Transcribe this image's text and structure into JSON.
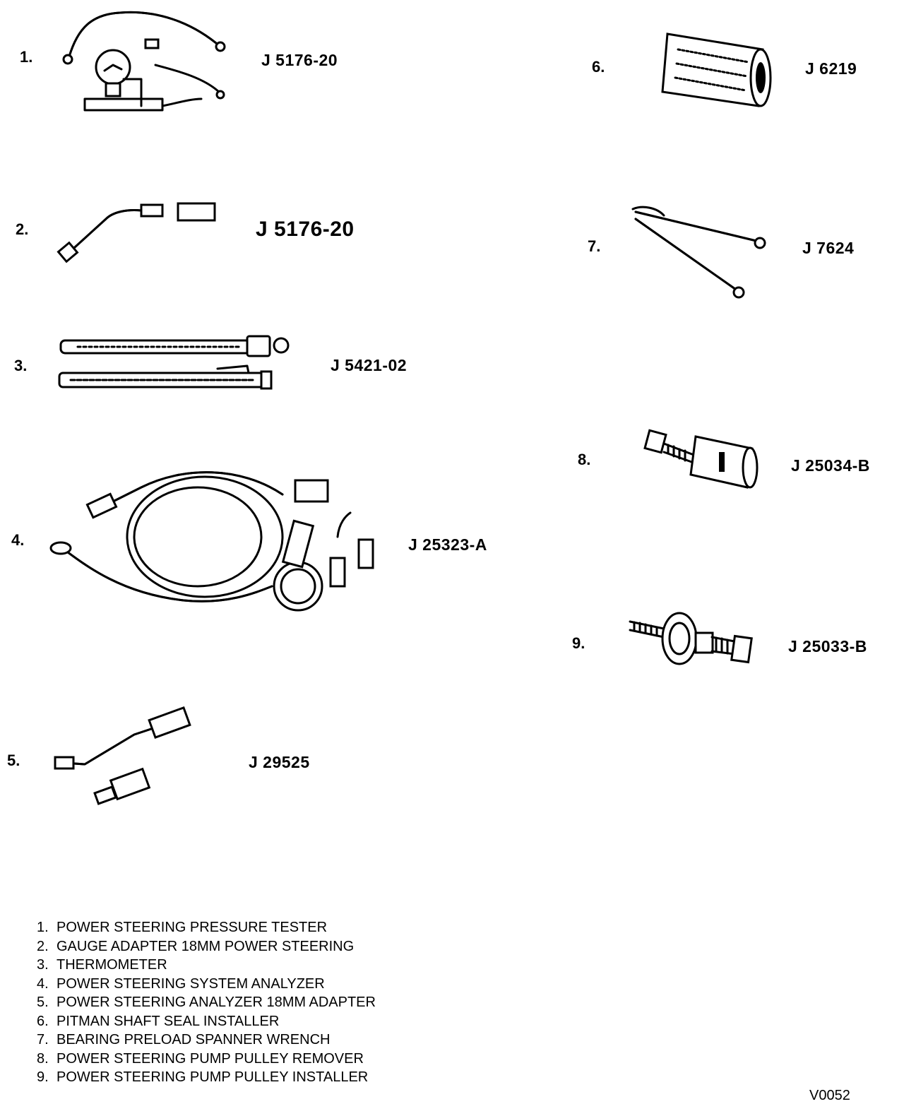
{
  "items": [
    {
      "num": "1.",
      "part": "J 5176-20"
    },
    {
      "num": "2.",
      "part": "J 5176-20"
    },
    {
      "num": "3.",
      "part": "J 5421-02"
    },
    {
      "num": "4.",
      "part": "J 25323-A"
    },
    {
      "num": "5.",
      "part": "J 29525"
    },
    {
      "num": "6.",
      "part": "J 6219"
    },
    {
      "num": "7.",
      "part": "J 7624"
    },
    {
      "num": "8.",
      "part": "J 25034-B"
    },
    {
      "num": "9.",
      "part": "J 25033-B"
    }
  ],
  "legend": [
    {
      "num": "1.",
      "text": "POWER STEERING PRESSURE TESTER"
    },
    {
      "num": "2.",
      "text": "GAUGE ADAPTER 18MM POWER STEERING"
    },
    {
      "num": "3.",
      "text": "THERMOMETER"
    },
    {
      "num": "4.",
      "text": "POWER STEERING SYSTEM ANALYZER"
    },
    {
      "num": "5.",
      "text": "POWER STEERING ANALYZER 18MM ADAPTER"
    },
    {
      "num": "6.",
      "text": "PITMAN SHAFT SEAL INSTALLER"
    },
    {
      "num": "7.",
      "text": "BEARING PRELOAD SPANNER WRENCH"
    },
    {
      "num": "8.",
      "text": "POWER STEERING PUMP PULLEY REMOVER"
    },
    {
      "num": "9.",
      "text": "POWER STEERING PUMP PULLEY INSTALLER"
    }
  ],
  "figure_code": "V0052"
}
